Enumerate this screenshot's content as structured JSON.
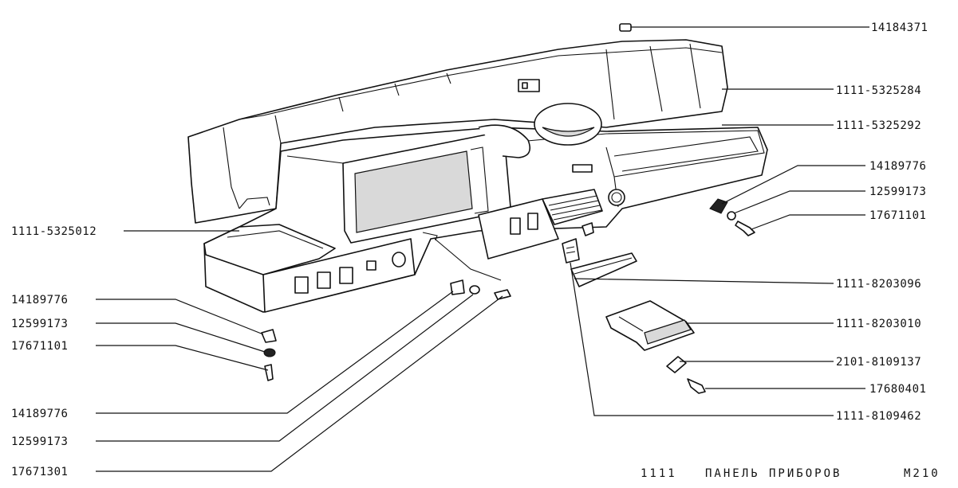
{
  "diagram": {
    "labels": [
      "14184371",
      "1111-5325284",
      "1111-5325292",
      "14189776",
      "12599173",
      "17671101",
      "1111-5325012",
      "1111-8203096",
      "1111-8203010",
      "2101-8109137",
      "17680401",
      "1111-8109462",
      "14189776",
      "12599173",
      "17671101",
      "14189776",
      "12599173",
      "17671301"
    ],
    "footer": {
      "model_code": "1111",
      "title": "ПАНЕЛЬ ПРИБОРОВ",
      "sheet_code": "М210"
    }
  }
}
